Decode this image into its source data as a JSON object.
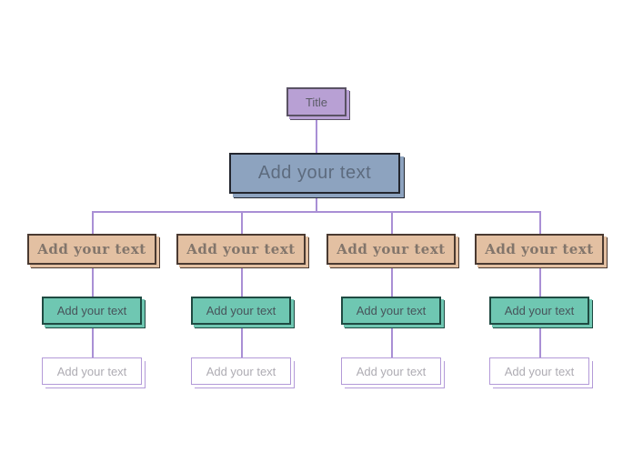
{
  "diagram": {
    "title_node": {
      "label": "Title"
    },
    "root_node": {
      "label": "Add your text"
    },
    "columns": [
      {
        "branch": "Add your text",
        "sub": "Add your text",
        "leaf": "Add your text"
      },
      {
        "branch": "Add your text",
        "sub": "Add your text",
        "leaf": "Add your text"
      },
      {
        "branch": "Add your text",
        "sub": "Add your text",
        "leaf": "Add your text"
      },
      {
        "branch": "Add your text",
        "sub": "Add your text",
        "leaf": "Add your text"
      }
    ],
    "colors": {
      "title_fill": "#b8a0d4",
      "title_border": "#5a5264",
      "root_fill": "#8da3bf",
      "root_border": "#23262e",
      "branch_fill": "#e3c0a2",
      "branch_border": "#4a3a31",
      "sub_fill": "#6fc7b2",
      "sub_border": "#1f4a42",
      "leaf_fill": "#ffffff",
      "leaf_border": "#b39ad8",
      "connector": "#a98fd5"
    }
  }
}
